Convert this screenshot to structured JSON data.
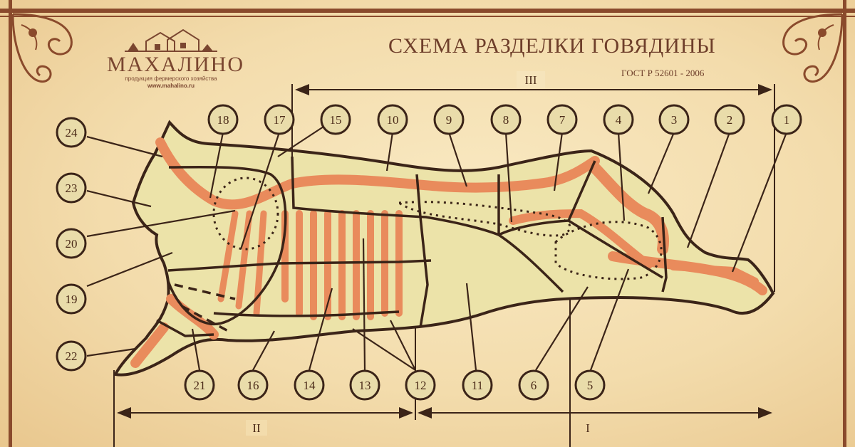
{
  "logo": {
    "name": "МАХАЛИНО",
    "subtitle": "продукция фермерского хозяйства",
    "url": "www.mahalino.ru"
  },
  "title": "СХЕМА РАЗДЕЛКИ ГОВЯДИНЫ",
  "standard": "ГОСТ Р 52601 -  2006",
  "sections": [
    {
      "id": "section-III",
      "label": "III"
    },
    {
      "id": "section-II",
      "label": "II"
    },
    {
      "id": "section-I",
      "label": "I"
    }
  ],
  "callouts": [
    "1",
    "2",
    "3",
    "4",
    "7",
    "8",
    "9",
    "10",
    "15",
    "17",
    "18",
    "24",
    "23",
    "20",
    "19",
    "22",
    "21",
    "16",
    "14",
    "13",
    "12",
    "11",
    "6",
    "5"
  ],
  "colors": {
    "background": "#f3dcac",
    "frame": "#8a4a2c",
    "carcass_fill": "#ece3a9",
    "bone": "#e98b5c",
    "outline": "#3b2418",
    "text": "#6e3e2a"
  }
}
